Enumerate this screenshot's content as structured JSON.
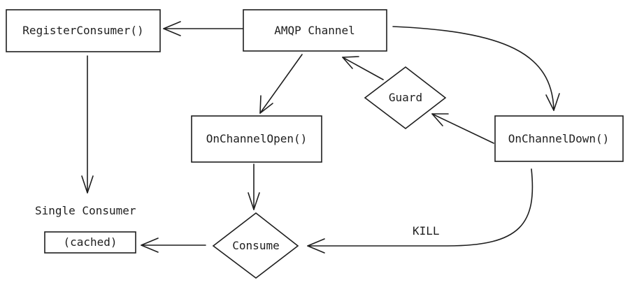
{
  "nodes": {
    "register_consumer": "RegisterConsumer()",
    "amqp_channel": "AMQP Channel",
    "guard": "Guard",
    "on_channel_open": "OnChannelOpen()",
    "on_channel_down": "OnChannelDown()",
    "consume": "Consume",
    "cached": "(cached)"
  },
  "labels": {
    "single_consumer": "Single Consumer",
    "kill": "KILL"
  },
  "colors": {
    "stroke": "#1e1e1e",
    "background": "#ffffff"
  }
}
